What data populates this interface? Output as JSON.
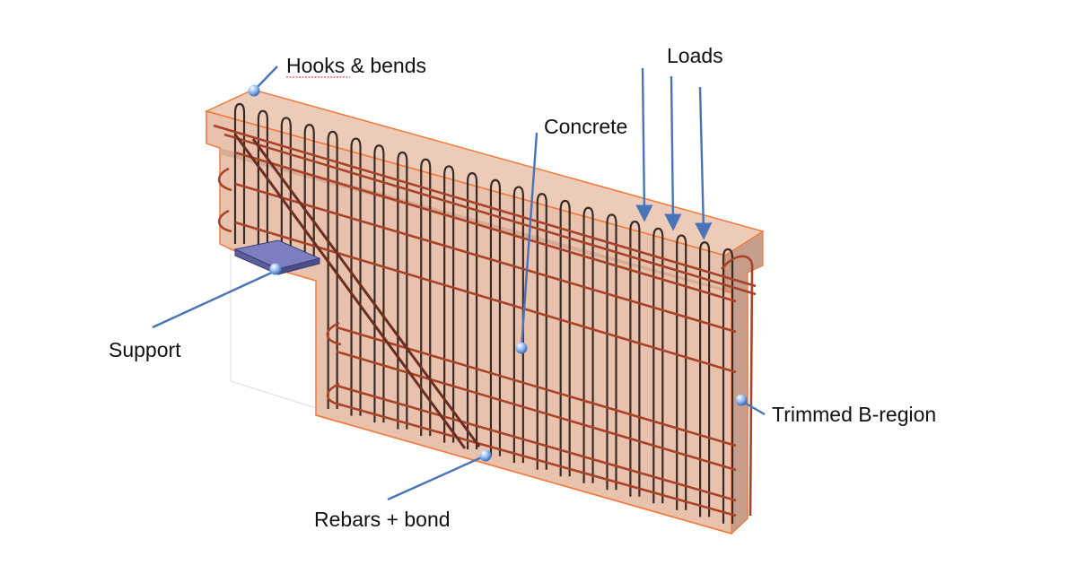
{
  "diagram": {
    "labels": {
      "hooks": "Hooks & bends",
      "loads": "Loads",
      "concrete": "Concrete",
      "support": "Support",
      "trimmed": "Trimmed B-region",
      "rebars": "Rebars + bond"
    },
    "colors": {
      "concrete_fill": "#e9c2ae",
      "concrete_edge": "#f07a3c",
      "stirrup": "#3a2a24",
      "longitudinal": "#a8432a",
      "leader": "#4a74b8",
      "support_plate": "#5c5f9c",
      "marker": "#6d9de0"
    }
  }
}
